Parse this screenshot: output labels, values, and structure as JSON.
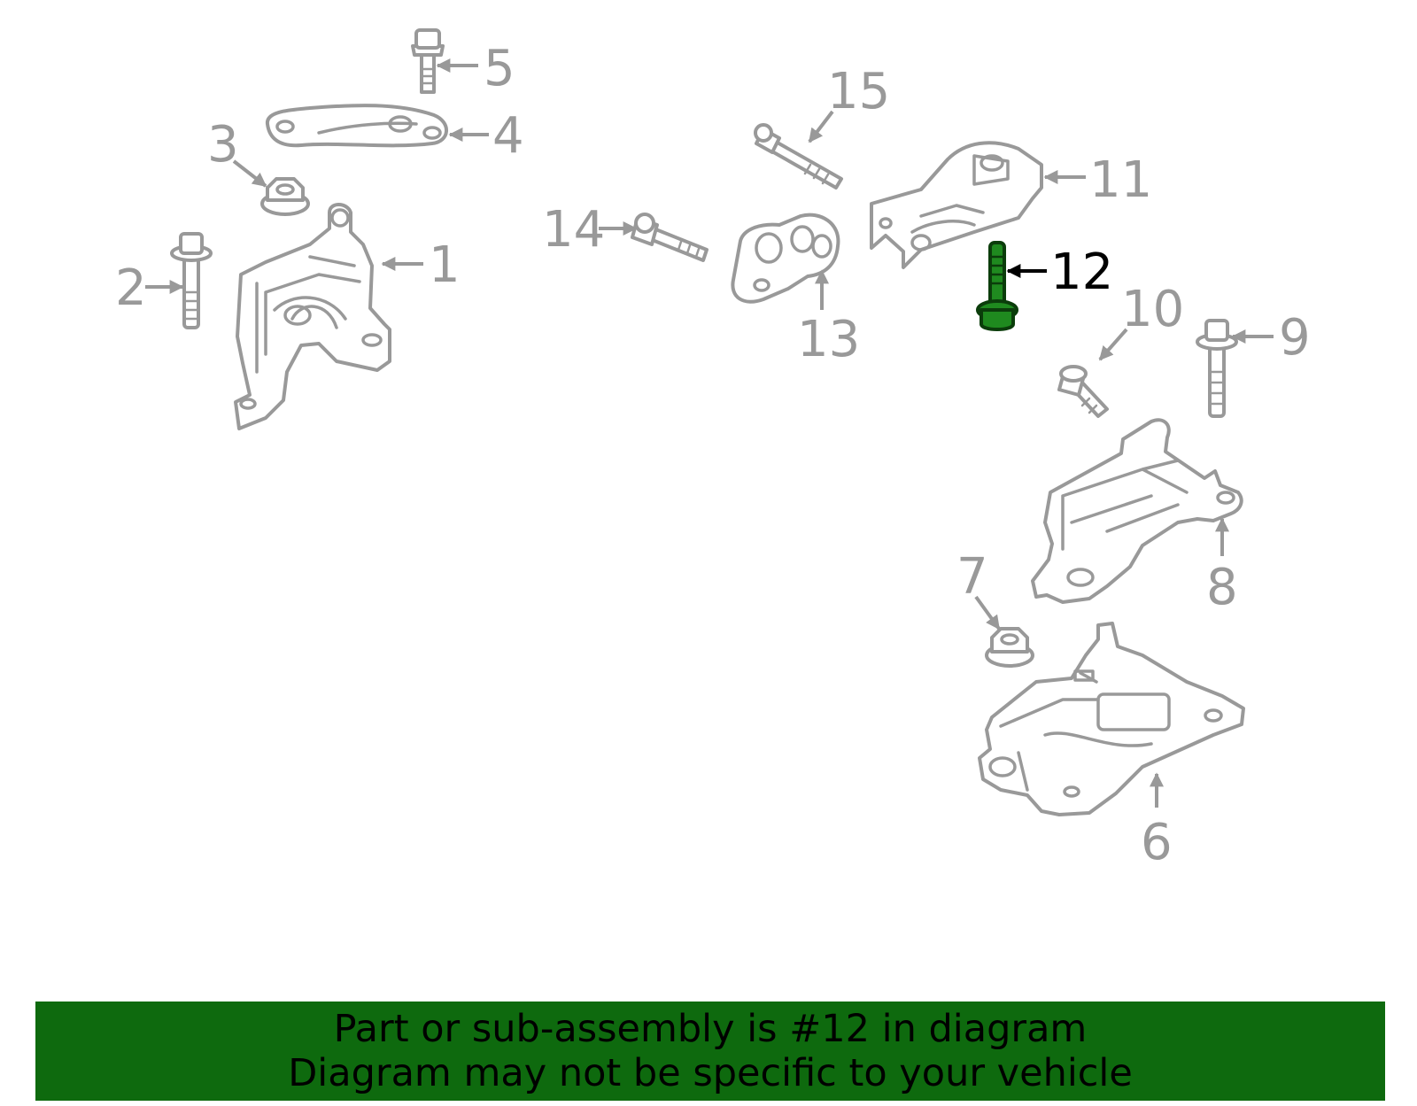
{
  "callouts": {
    "c1": "1",
    "c2": "2",
    "c3": "3",
    "c4": "4",
    "c5": "5",
    "c6": "6",
    "c7": "7",
    "c8": "8",
    "c9": "9",
    "c10": "10",
    "c11": "11",
    "c12": "12",
    "c13": "13",
    "c14": "14",
    "c15": "15"
  },
  "highlighted_part": "12",
  "colors": {
    "part_outline": "#999999",
    "highlight_fill": "#1f8a1f",
    "banner_background": "#0e6a0e",
    "banner_text": "#000000"
  },
  "banner": {
    "line1": "Part or sub-assembly is #12 in diagram",
    "line2": "Diagram may not be specific to your vehicle"
  }
}
